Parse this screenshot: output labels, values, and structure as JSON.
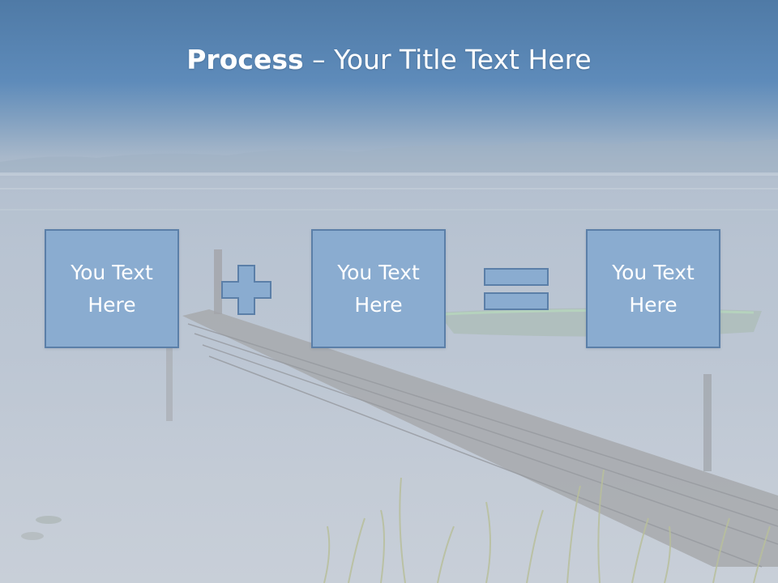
{
  "slide": {
    "title_bold": "Process",
    "title_rest": " – Your Title Text Here",
    "boxes": [
      {
        "text": "You Text Here"
      },
      {
        "text": "You Text Here"
      },
      {
        "text": "You Text Here"
      }
    ],
    "operators": [
      "plus-icon",
      "equals-icon"
    ],
    "colors": {
      "box_fill": "#8aacd0",
      "box_border": "#5b7fa8",
      "header_blue": "#4f7aa6",
      "text": "#ffffff"
    }
  }
}
